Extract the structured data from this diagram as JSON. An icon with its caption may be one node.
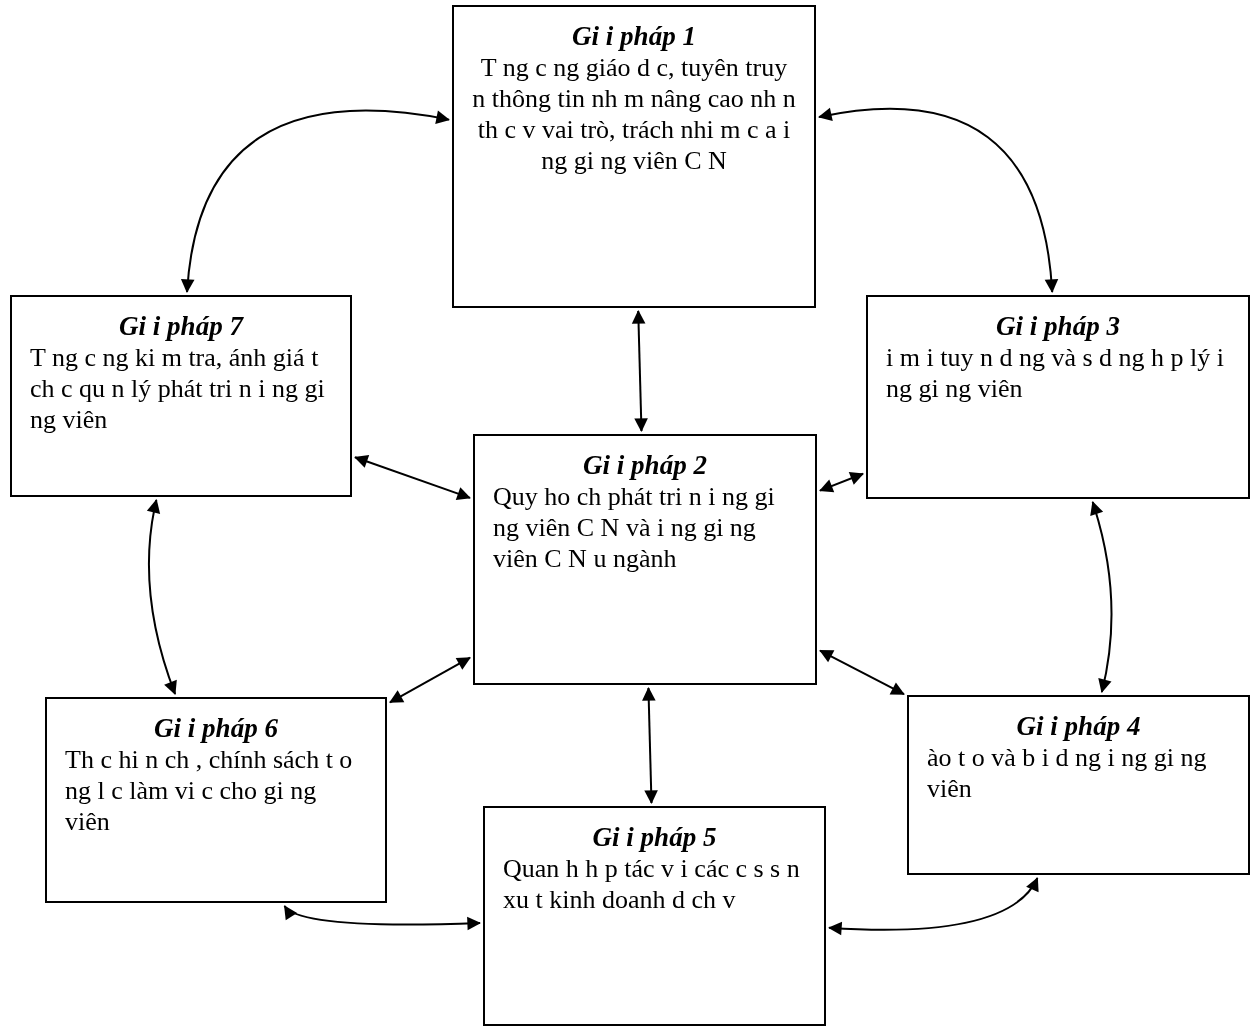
{
  "diagram": {
    "nodes": [
      {
        "text": [
          "Gi i pháp 1",
          "T ng c ng giáo d c, tuyên truy n thông tin nh m nâng cao nh n th c v vai trò, trách nhi m c a i ng gi ng viên C N"
        ]
      },
      {
        "text": [
          "Gi i pháp 7",
          "T ng c ng ki m tra, ánh giá t ch c qu n lý phát tri n i ng gi ng viên"
        ]
      },
      {
        "text": [
          "Gi i pháp 3",
          "i m i tuy n d ng và s d ng h p lý i ng gi ng viên"
        ]
      },
      {
        "text": [
          "Gi i pháp 2",
          "Quy ho ch phát tri n i ng gi ng viên C N và i ng gi ng viên C N u ngành"
        ]
      },
      {
        "text": [
          "Gi i pháp 6",
          "Th c hi n ch , chính sách t o ng l c làm vi c cho gi ng viên"
        ]
      },
      {
        "text": [
          "Gi i pháp 4",
          "ào t o và b i d ng i ng gi ng viên"
        ]
      },
      {
        "text": [
          "Gi i pháp 5",
          "Quan h h p tác v i các c s s n xu t kinh doanh d ch v"
        ]
      }
    ],
    "edges": [
      {
        "from": 0,
        "to": 1,
        "arrow": "both"
      },
      {
        "from": 0,
        "to": 2,
        "arrow": "both"
      },
      {
        "from": 0,
        "to": 3,
        "arrow": "both"
      },
      {
        "from": 1,
        "to": 3,
        "arrow": "both"
      },
      {
        "from": 2,
        "to": 3,
        "arrow": "both"
      },
      {
        "from": 1,
        "to": 4,
        "arrow": "both"
      },
      {
        "from": 2,
        "to": 5,
        "arrow": "both"
      },
      {
        "from": 4,
        "to": 3,
        "arrow": "both"
      },
      {
        "from": 3,
        "to": 5,
        "arrow": "both"
      },
      {
        "from": 3,
        "to": 6,
        "arrow": "both"
      },
      {
        "from": 4,
        "to": 6,
        "arrow": "both"
      },
      {
        "from": 6,
        "to": 5,
        "arrow": "both"
      }
    ]
  }
}
